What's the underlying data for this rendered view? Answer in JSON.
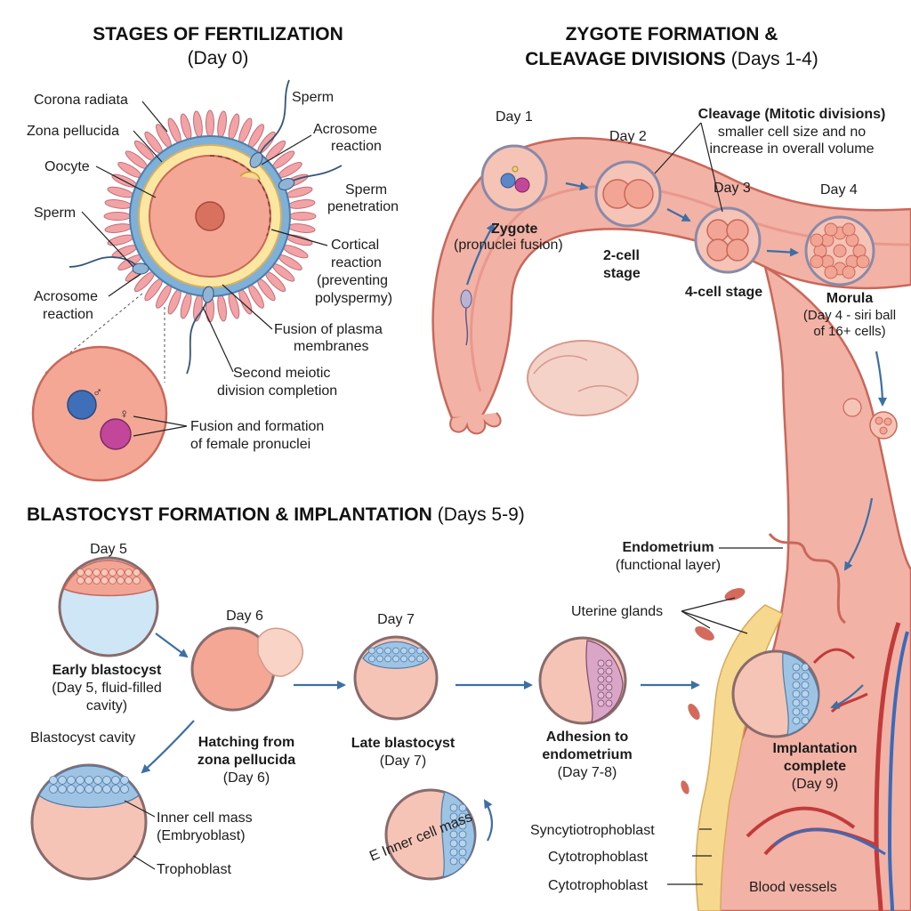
{
  "sections": {
    "fertilization": {
      "title": "STAGES OF FERTILIZATION",
      "subtitle": "(Day 0)"
    },
    "zygote": {
      "title_line1": "ZYGOTE FORMATION &",
      "title_line2": "CLEAVAGE DIVISIONS",
      "title_days": "(Days 1-4)"
    },
    "blastocyst": {
      "title": "BLASTOCYST FORMATION & IMPLANTATION",
      "title_days": "(Days 5-9)"
    }
  },
  "fertilization_labels": {
    "corona_radiata": "Corona radiata",
    "zona_pellucida": "Zona pellucida",
    "oocyte": "Oocyte",
    "sperm_left": "Sperm",
    "acrosome_left_1": "Acrosome",
    "acrosome_left_2": "reaction",
    "sperm_top": "Sperm",
    "acrosome_right_1": "Acrosome",
    "acrosome_right_2": "reaction",
    "penetration_1": "Sperm",
    "penetration_2": "penetration",
    "cortical_1": "Cortical",
    "cortical_2": "reaction",
    "cortical_3": "(preventing",
    "cortical_4": "polyspermy)",
    "fusion_plasma_1": "Fusion of plasma",
    "fusion_plasma_2": "membranes",
    "meiotic_1": "Second meiotic",
    "meiotic_2": "division completion",
    "pronuclei_1": "Fusion and formation",
    "pronuclei_2": "of female pronuclei"
  },
  "cleavage_labels": {
    "day1": "Day 1",
    "day2": "Day 2",
    "day3": "Day 3",
    "day4": "Day 4",
    "cleavage_title": "Cleavage (Mitotic divisions)",
    "cleavage_desc_1": "smaller cell size and no",
    "cleavage_desc_2": "increase in overall volume",
    "zygote": "Zygote",
    "zygote_desc": "(pronuclei fusion)",
    "two_cell_1": "2-cell",
    "two_cell_2": "stage",
    "four_cell": "4-cell stage",
    "morula": "Morula",
    "morula_desc_1": "(Day 4 - siri ball",
    "morula_desc_2": "of 16+ cells)"
  },
  "blastocyst_labels": {
    "day5": "Day 5",
    "day6": "Day 6",
    "day7": "Day 7",
    "early_1": "Early blastocyst",
    "early_2": "(Day 5, fluid-filled",
    "early_3": "cavity)",
    "hatching_1": "Hatching from",
    "hatching_2": "zona pellucida",
    "hatching_3": "(Day 6)",
    "late_1": "Late blastocyst",
    "late_2": "(Day 7)",
    "adhesion_1": "Adhesion to",
    "adhesion_2": "endometrium",
    "adhesion_3": "(Day 7-8)",
    "implant_1": "Implantation",
    "implant_2": "complete",
    "implant_3": "(Day 9)",
    "cavity": "Blastocyst cavity",
    "icm_1": "Inner cell mass",
    "icm_2": "(Embryoblast)",
    "trophoblast": "Trophoblast",
    "icm_rotated": "E Inner cell mass",
    "endometrium_1": "Endometrium",
    "endometrium_2": "(functional layer)",
    "uterine_glands": "Uterine glands",
    "syncytio": "Syncytiotrophoblast",
    "cyto1": "Cytotrophoblast",
    "cyto2": "Cytotrophoblast",
    "blood_vessels": "Blood vessels"
  },
  "colors": {
    "tissue": "#f3b2a6",
    "tissue_dark": "#c9675a",
    "cell": "#f6c4b6",
    "zona": "#fbe6a2",
    "corona": "#7fb0d8",
    "fluid": "#cfe6f6",
    "icm": "#9fc3e3",
    "arrow": "#3b6fa5"
  }
}
